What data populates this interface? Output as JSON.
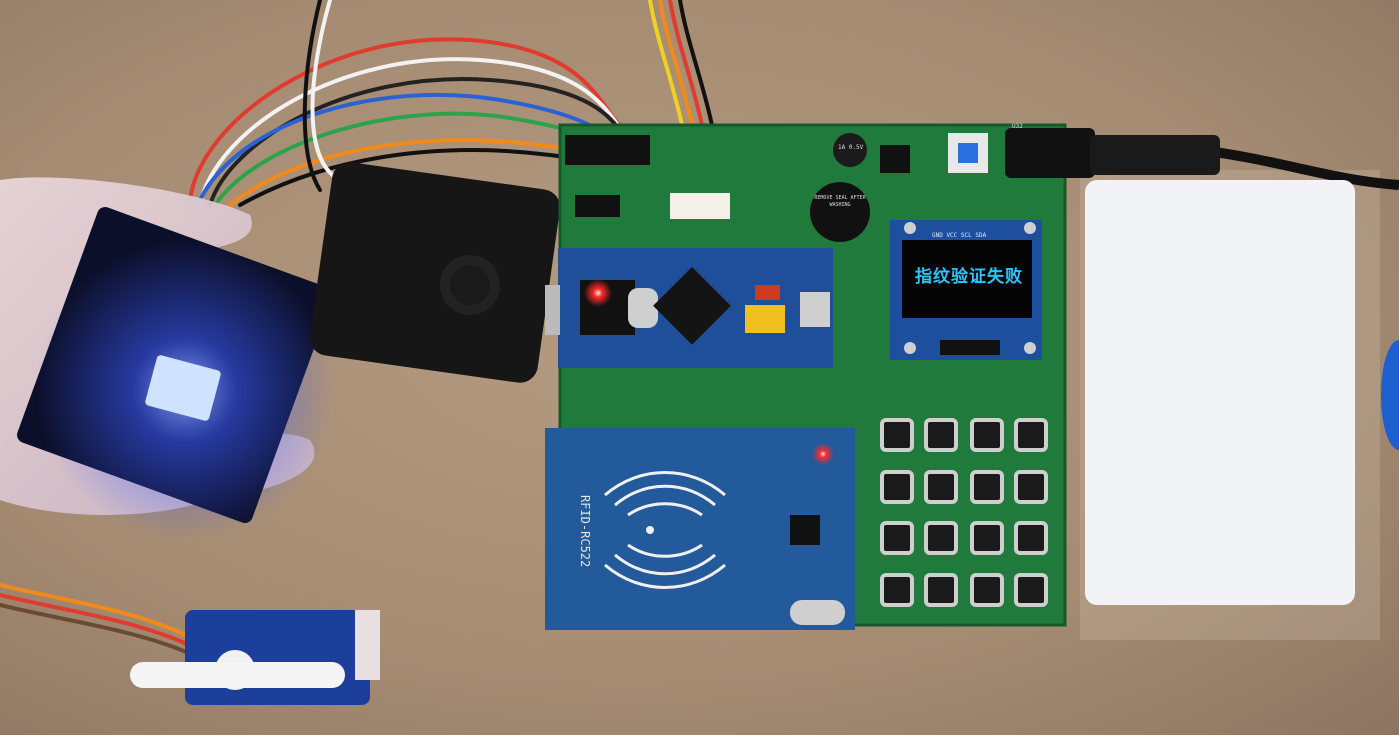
{
  "oled": {
    "message": "指纹验证失败"
  },
  "silkscreen": {
    "rfid_label": "RFID-RC522",
    "buzzer_sticker": "REMOVE SEAL AFTER WASHING",
    "oled_pins": "GND VCC SCL SDA",
    "capacitor_value": "1A 0.5V",
    "vreg_label": "U32"
  },
  "colors": {
    "desk": "#a98f76",
    "pcb_green": "#1f7a3c",
    "stm32_blue": "#1f4f9a",
    "rfid_blue": "#235a9c",
    "oled_text": "#29c5ff",
    "led_red": "#ff2a2a",
    "fingerprint_glow": "#3b5cff",
    "card_white": "#f2f3f6"
  }
}
